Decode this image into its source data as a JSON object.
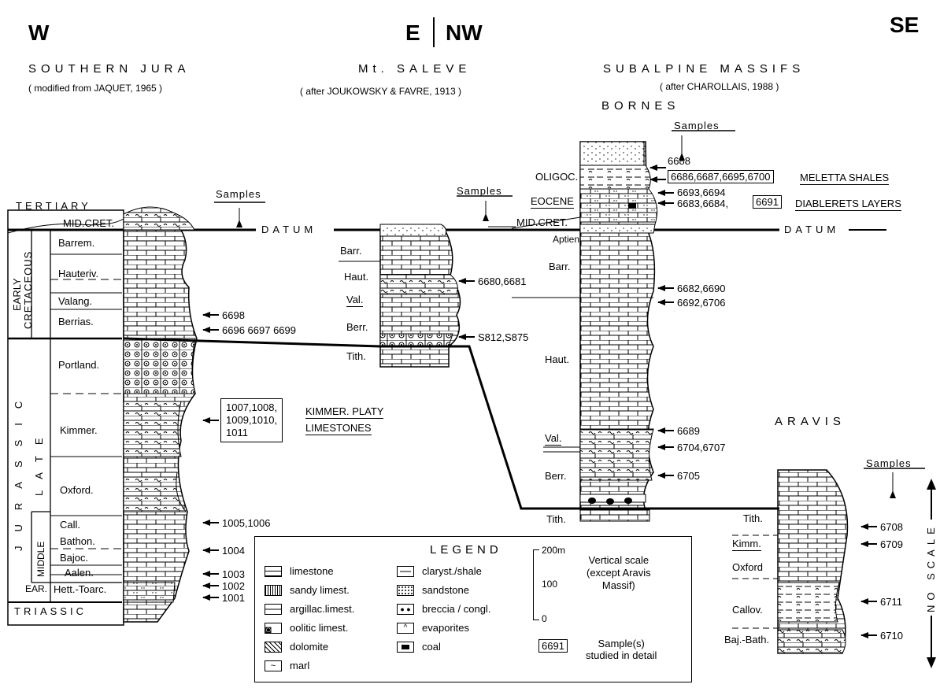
{
  "header": {
    "dir_w": "W",
    "dir_e": "E",
    "dir_nw": "NW",
    "dir_se": "SE"
  },
  "regions": {
    "southern_jura": "SOUTHERN JURA",
    "southern_jura_src": "( modified from JAQUET, 1965 )",
    "saleve": "Mt. SALEVE",
    "saleve_src": "( after JOUKOWSKY & FAVRE, 1913 )",
    "subalpine": "SUBALPINE MASSIFS",
    "subalpine_src": "( after CHAROLLAIS, 1988 )",
    "bornes": "BORNES",
    "aravis": "ARAVIS"
  },
  "samples_label": "Samples",
  "datum": "DATUM",
  "jura": {
    "eras": [
      "TERTIARY",
      "TRIASSIC"
    ],
    "early_cret": [
      "EARLY",
      "CRETACEOUS"
    ],
    "jurassic": "JURASSIC",
    "late": "LATE",
    "middle": "MIDDLE",
    "ear": "EAR.",
    "stages": [
      "MID.CRET.",
      "Barrem.",
      "Hauteriv.",
      "Valang.",
      "Berrias.",
      "Portland.",
      "Kimmer.",
      "Oxford.",
      "Call.",
      "Bathon.",
      "Bajoc.",
      "Aalen.",
      "Hett.-Toarc."
    ],
    "samples": [
      "6698",
      "6696 6697 6699",
      "1005,1006",
      "1004",
      "1003",
      "1002",
      "1001"
    ],
    "kimmer_box": [
      "1007,1008,",
      "1009,1010,",
      "1011"
    ],
    "kimmer_note": [
      "KIMMER. PLATY",
      "LIMESTONES"
    ]
  },
  "saleve_col": {
    "stages": [
      "Barr.",
      "Haut.",
      "Val.",
      "Berr.",
      "Tith."
    ],
    "samples": [
      "6680,6681",
      "S812,S875"
    ]
  },
  "bornes_col": {
    "stages": [
      "OLIGOC.",
      "EOCENE",
      "MID.CRET.",
      "Aptien",
      "Barr.",
      "Haut.",
      "Val.",
      "Berr.",
      "Tith."
    ],
    "samples": [
      "6688",
      "6693,6694",
      "6683,6684,",
      "6691",
      "6682,6690",
      "6692,6706",
      "6689",
      "6704,6707",
      "6705"
    ],
    "meletta_box": "6686,6687,6695,6700",
    "meletta": "MELETTA SHALES",
    "diablerets": "DIABLERETS LAYERS"
  },
  "aravis_col": {
    "stages": [
      "Tith.",
      "Kimm.",
      "Oxford",
      "Callov.",
      "Baj.-Bath."
    ],
    "samples": [
      "6708",
      "6709",
      "6711",
      "6710"
    ],
    "no_scale": "NO SCALE"
  },
  "legend": {
    "title": "LEGEND",
    "items": [
      "limestone",
      "sandy limest.",
      "argillac.limest.",
      "oolitic limest.",
      "dolomite",
      "marl",
      "claryst./shale",
      "sandstone",
      "breccia / congl.",
      "evaporites",
      "coal"
    ],
    "scale_200": "200m",
    "scale_100": "100",
    "scale_0": "0",
    "scale_note": [
      "Vertical scale",
      "(except Aravis",
      "Massif)"
    ],
    "sample_box": "6691",
    "sample_note": [
      "Sample(s)",
      "studied in detail"
    ]
  }
}
